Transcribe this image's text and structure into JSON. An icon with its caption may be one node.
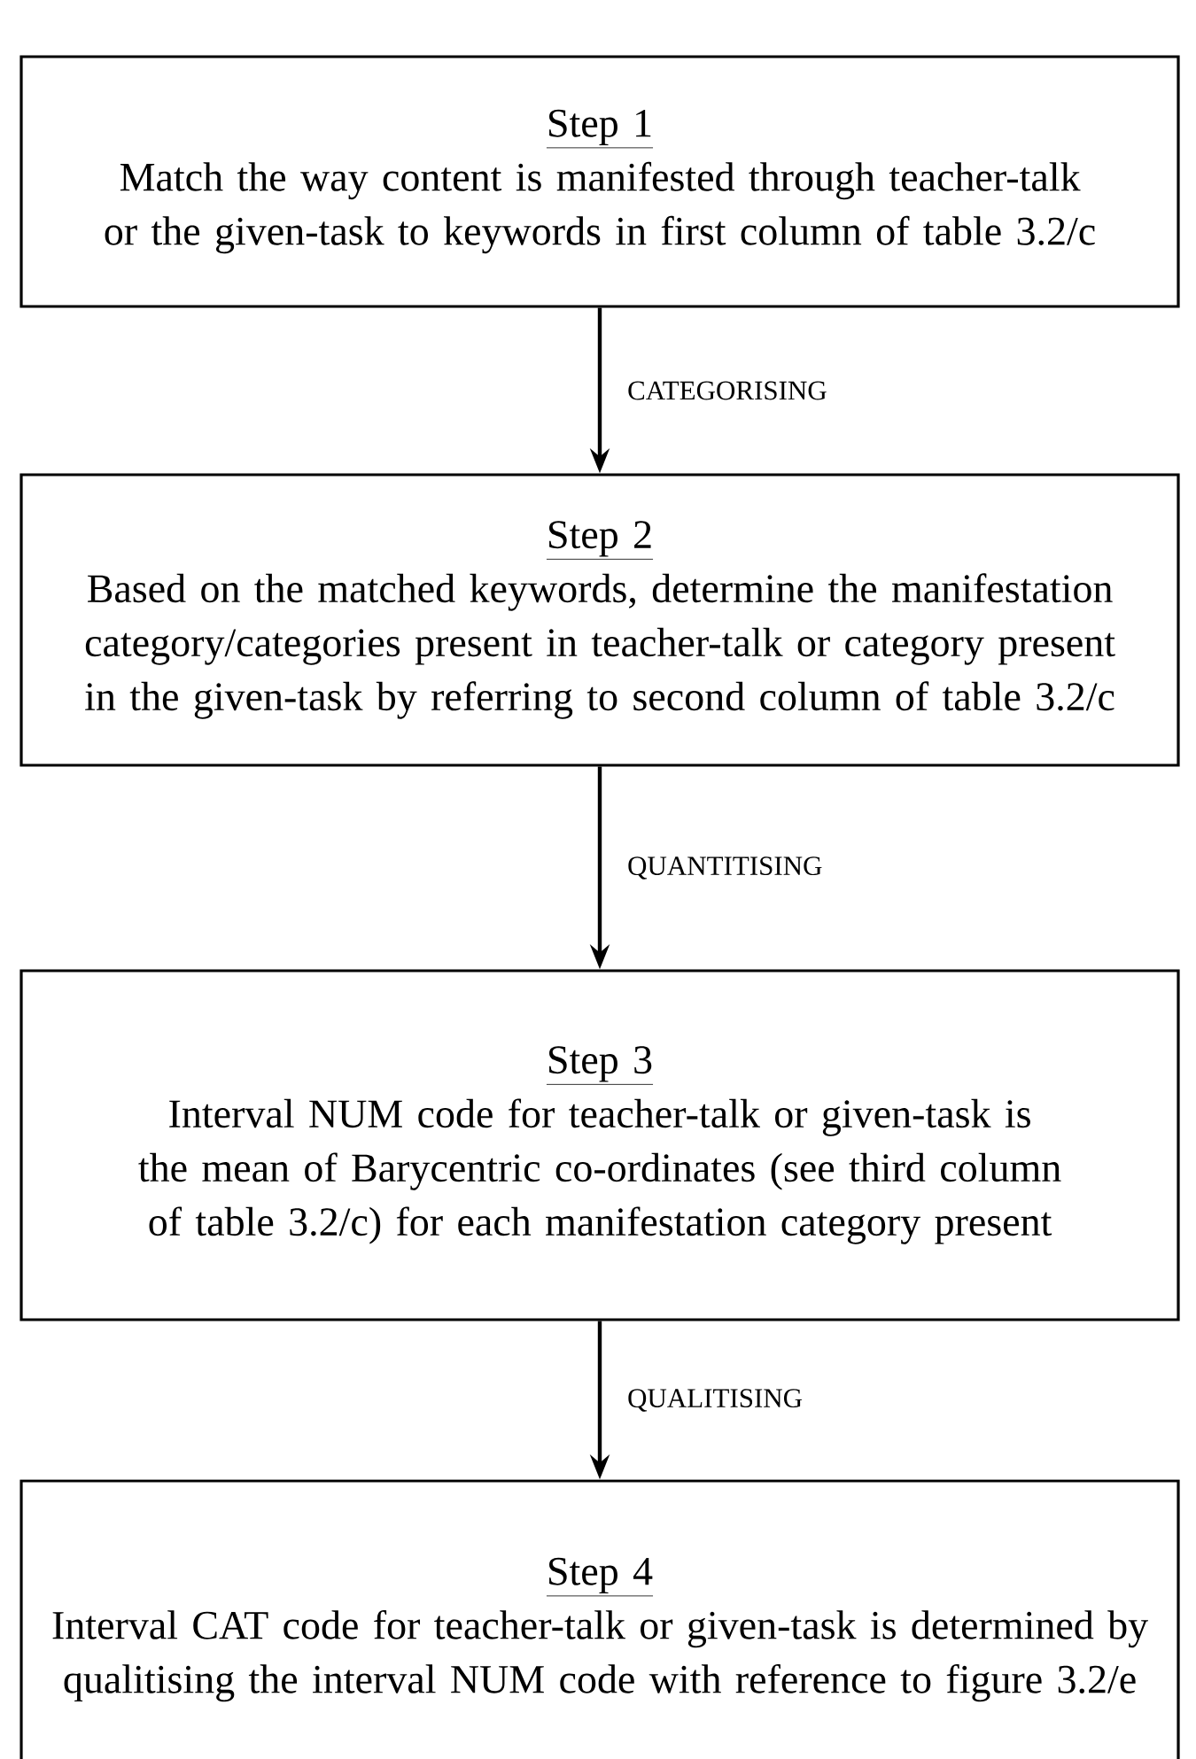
{
  "diagram": {
    "nodes": [
      {
        "text": [
          "Step 1",
          "Match the way content is manifested through teacher-talk or the given-task to keywords in first column of table 3.2/c"
        ]
      },
      {
        "text": [
          "Step 2",
          "Based on the matched keywords, determine the manifestation category/categories present in teacher-talk or category present in the given-task by referring to second column of table 3.2/c"
        ]
      },
      {
        "text": [
          "Step 3",
          "Interval NUM code for teacher-talk or given-task is the mean of Barycentric co-ordinates (see third column of table 3.2/c) for each manifestation category present"
        ]
      },
      {
        "text": [
          "Step 4",
          "Interval CAT code for teacher-talk or given-task is determined by qualitising the interval NUM code with reference to figure 3.2/e"
        ]
      }
    ],
    "edges": [
      {
        "from": 0,
        "to": 1,
        "arrow": "to",
        "label": "CATEGORISING"
      },
      {
        "from": 1,
        "to": 2,
        "arrow": "to",
        "label": "QUANTITISING"
      },
      {
        "from": 2,
        "to": 3,
        "arrow": "to",
        "label": "QUALITISING"
      }
    ]
  }
}
